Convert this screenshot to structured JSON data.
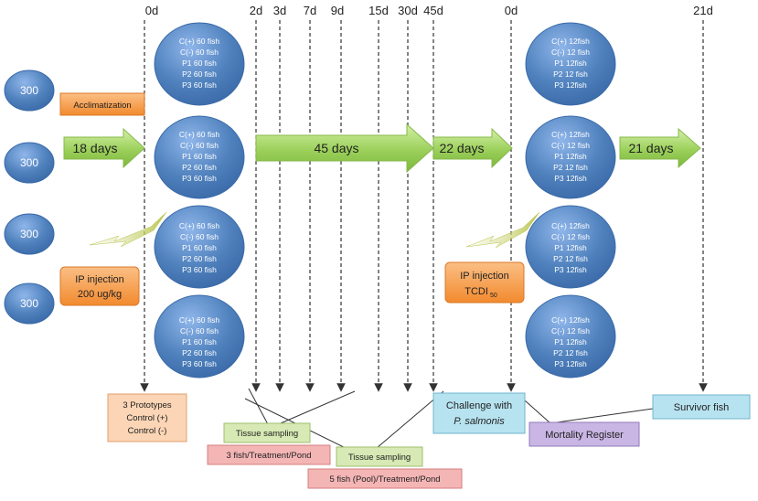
{
  "timeline": {
    "days": [
      "0d",
      "2d",
      "3d",
      "7d",
      "9d",
      "15d",
      "30d",
      "45d",
      "0d",
      "21d"
    ]
  },
  "start_groups": [
    "300",
    "300",
    "300",
    "300"
  ],
  "left_boxes": {
    "acclimatization": "Acclimatization",
    "ip_injection_line1": "IP injection",
    "ip_injection_line2": "200 ug/kg"
  },
  "phase_arrows": {
    "a1": "18 days",
    "a2": "45 days",
    "a3": "22 days",
    "a4": "21 days"
  },
  "ponds_phase1": [
    [
      "C(+) 60 fish",
      "C(-) 60 fish",
      "P1 60 fish",
      "P2 60 fish",
      "P3 60 fish"
    ],
    [
      "C(+) 60 fish",
      "C(-) 60 fish",
      "P1 60 fish",
      "P2 60 fish",
      "P3 60 fish"
    ],
    [
      "C(+) 60 fish",
      "C(-) 60 fish",
      "P1 60 fish",
      "P2 60 fish",
      "P3 60 fish"
    ],
    [
      "C(+) 60 fish",
      "C(-) 60 fish",
      "P1 60 fish",
      "P2 60 fish",
      "P3 60 fish"
    ]
  ],
  "ponds_phase2": [
    [
      "C(+) 12fish",
      "C(-) 12 fish",
      "P1 12fish",
      "P2 12 fish",
      "P3 12fish"
    ],
    [
      "C(+) 12fish",
      "C(-) 12 fish",
      "P1 12fish",
      "P2 12 fish",
      "P3 12fish"
    ],
    [
      "C(+) 12fish",
      "C(-) 12 fish",
      "P1 12fish",
      "P2 12 fish",
      "P3 12fish"
    ],
    [
      "C(+) 12fish",
      "C(-) 12 fish",
      "P1 12fish",
      "P2 12 fish",
      "P3 12fish"
    ]
  ],
  "challenge_injection": {
    "line1": "IP injection",
    "line2": "TCDI",
    "subscript": "50"
  },
  "bottom_boxes": {
    "prototypes": [
      "3 Prototypes",
      "Control (+)",
      "Control (-)"
    ],
    "tissue_sampling_1": "Tissue sampling",
    "fish_treatment_1": "3 fish/Treatment/Pond",
    "tissue_sampling_2": "Tissue sampling",
    "fish_treatment_2": "5 fish (Pool)/Treatment/Pond",
    "challenge_line1": "Challenge with",
    "challenge_line2": "P. salmonis",
    "mortality": "Mortality Register",
    "survivor": "Survivor fish"
  },
  "colors": {
    "circle_blue": "#4f81bd",
    "arrow_green": "#9bd05a",
    "box_orange": "#f79646",
    "box_green": "#d7e9b4",
    "box_red": "#f4b5b5",
    "box_cyan": "#b7e3f0",
    "box_purple": "#c9b6e4",
    "box_peach": "#fbd5b5"
  }
}
